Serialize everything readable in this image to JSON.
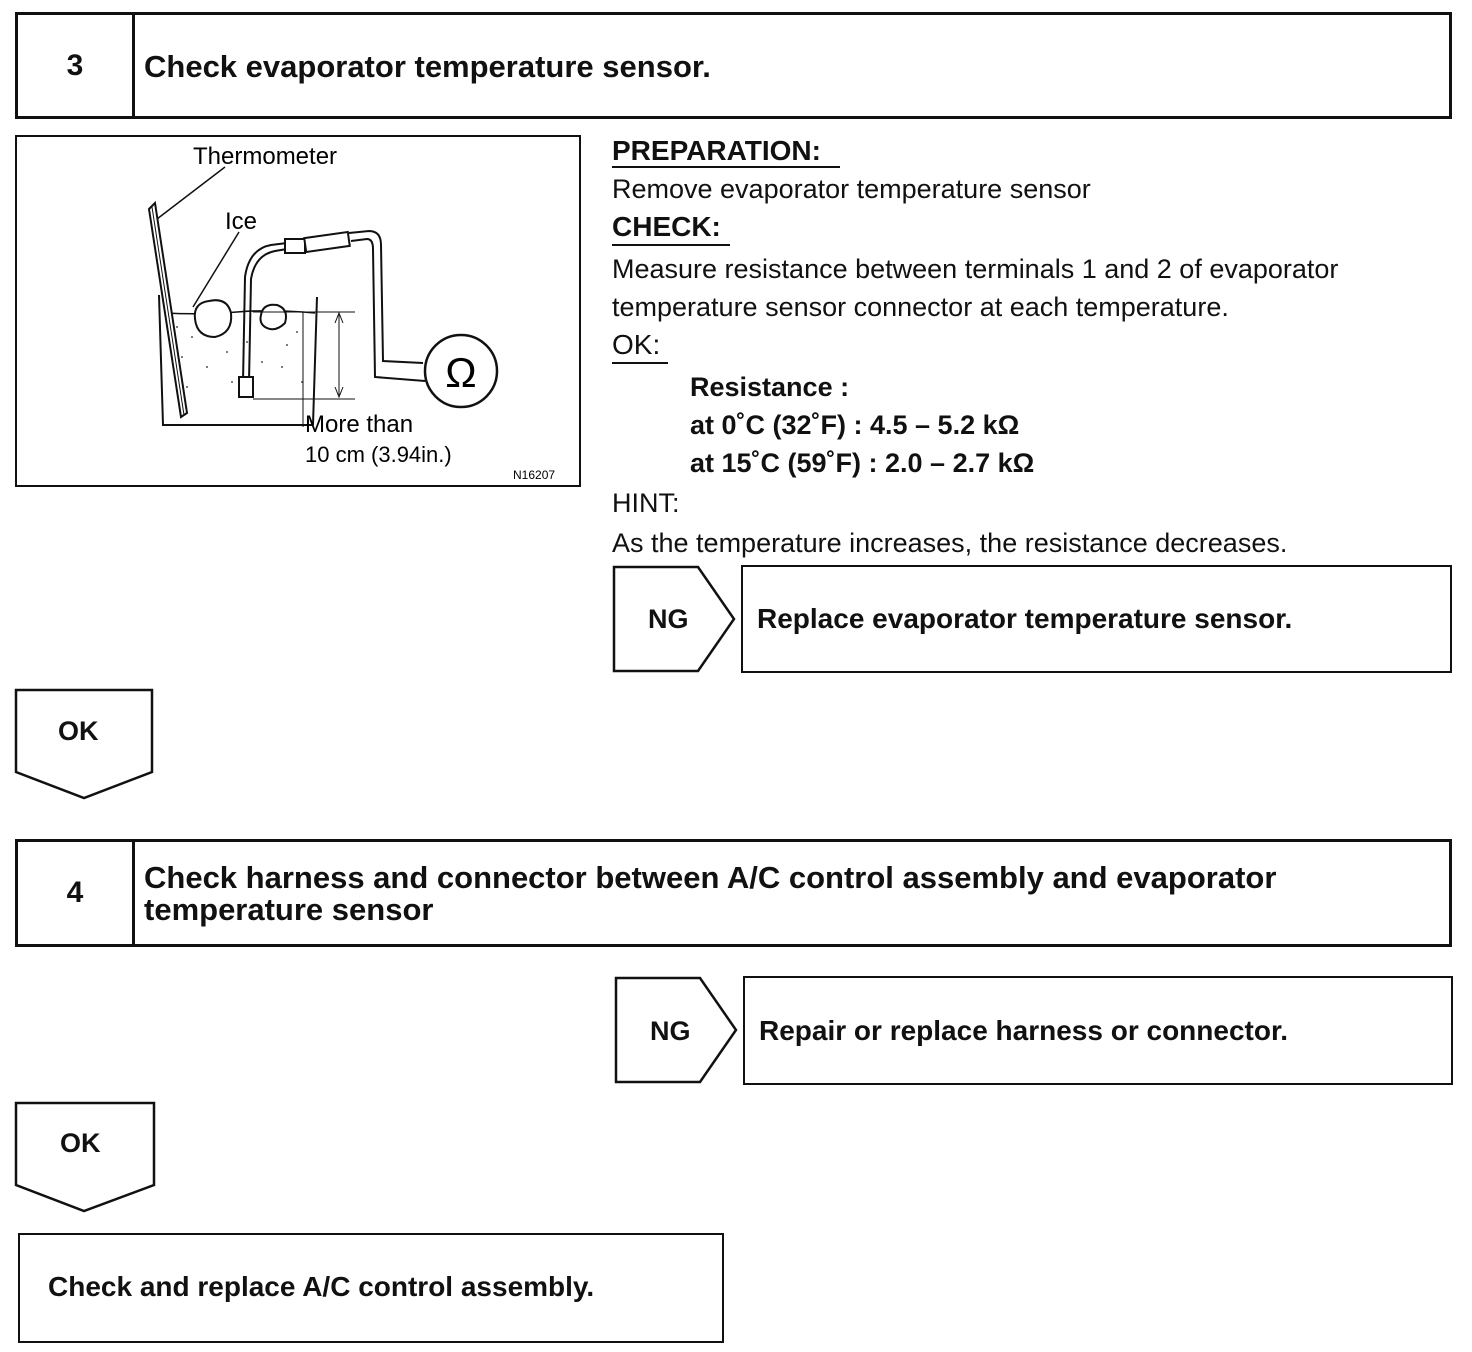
{
  "step3": {
    "number": "3",
    "title": "Check evaporator temperature sensor."
  },
  "figure": {
    "labels": {
      "thermometer": "Thermometer",
      "ice": "Ice",
      "depth_line1": "More than",
      "depth_line2": "10 cm (3.94in.)",
      "ohm": "Ω",
      "figure_id": "N16207"
    }
  },
  "instructions": {
    "preparation_heading": "PREPARATION:",
    "preparation_text": "Remove evaporator temperature sensor",
    "check_heading": "CHECK:",
    "check_line1": "Measure resistance between terminals 1 and 2 of evaporator",
    "check_line2": "temperature sensor connector at each temperature.",
    "ok_heading": "OK:",
    "spec_heading": "Resistance :",
    "spec_line1": "at 0˚C (32˚F) : 4.5 – 5.2 kΩ",
    "spec_line2": "at 15˚C (59˚F) : 2.0 – 2.7 kΩ",
    "hint_heading": "HINT:",
    "hint_text": "As the temperature increases, the resistance decreases."
  },
  "result3": {
    "ng_label": "NG",
    "ng_action": "Replace evaporator temperature sensor.",
    "ok_label": "OK"
  },
  "step4": {
    "number": "4",
    "title_line1": "Check harness and connector between A/C control assembly and evaporator",
    "title_line2": "temperature sensor"
  },
  "result4": {
    "ng_label": "NG",
    "ng_action": "Repair or replace harness or connector.",
    "ok_label": "OK"
  },
  "final": {
    "action": "Check and replace A/C control assembly."
  }
}
